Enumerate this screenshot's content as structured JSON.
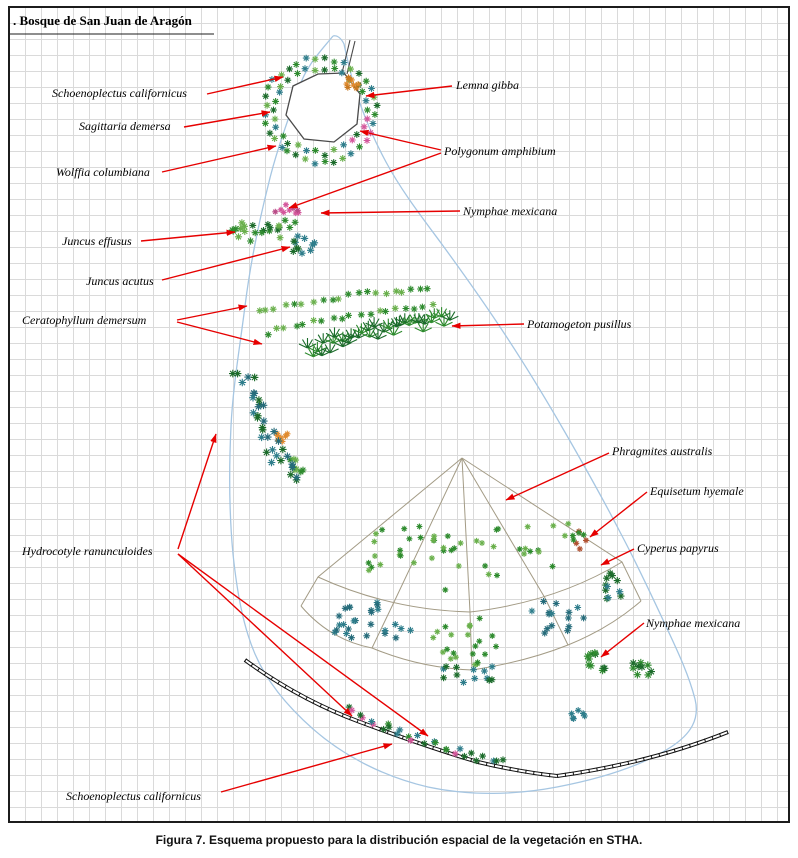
{
  "title": ". Bosque de San Juan de Aragón",
  "caption": "Figura 7. Esquema propuesto para la distribución espacial de la vegetación en STHA.",
  "labels": {
    "schoenoplectus_top": "Schoenoplectus californicus",
    "lemna_gibba": "Lemna gibba",
    "sagittaria_demersa": "Sagittaria demersa",
    "polygonum_amphibium": "Polygonum amphibium",
    "wolffia_columbiana": "Wolffia columbiana",
    "nymphae_mexicana_top": "Nymphae mexicana",
    "juncus_effusus": "Juncus effusus",
    "juncus_acutus": "Juncus acutus",
    "ceratophyllum_demersum": "Ceratophyllum demersum",
    "potamogeton_pusillus": "Potamogeton pusillus",
    "phragmites_australis": "Phragmites australis",
    "equisetum_hyemale": "Equisetum hyemale",
    "cyperus_papyrus": "Cyperus papyrus",
    "hydrocotyle_ranunculoides": "Hydrocotyle ranunculoides",
    "nymphae_mexicana_right": "Nymphae mexicana",
    "schoenoplectus_bottom": "Schoenoplectus californicus"
  },
  "colors": {
    "arrow": "#e60000",
    "pond_outline": "#a6c6e2",
    "frame_border": "#1c1c1c",
    "grid_line": "#dadada",
    "fan_outline": "#a39b85",
    "road": "#111111",
    "structure_line": "#4a4a4a",
    "plant_green": "#2e8b2e",
    "plant_light_green": "#6ab04c",
    "plant_dark_green": "#1b6b2a",
    "plant_teal": "#2e7d8b",
    "plant_teal_dark": "#256b7a",
    "plant_pink": "#d4569b",
    "plant_pink_dark": "#b84a86",
    "plant_orange": "#e08a2e",
    "plant_red_brown": "#b05030"
  }
}
